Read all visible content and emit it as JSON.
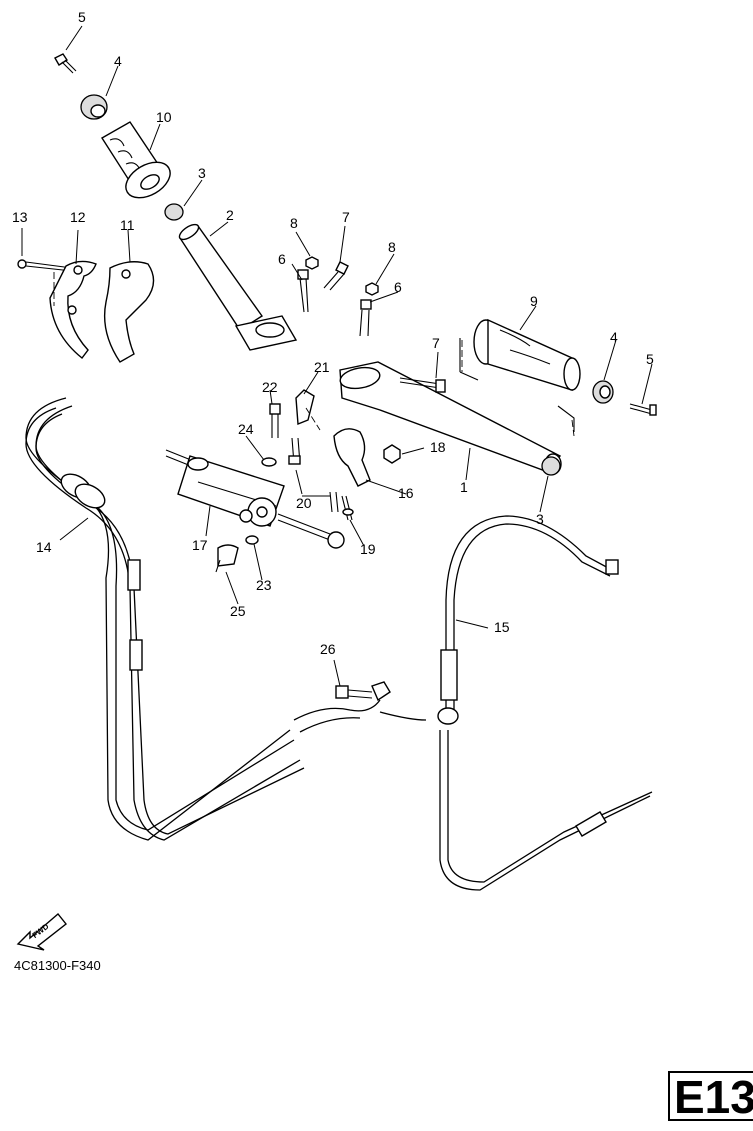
{
  "drawing_code": "4C81300-F340",
  "page_label": "E13",
  "fwd_label": "FWD",
  "callouts": [
    "5",
    "4",
    "10",
    "3",
    "2",
    "8",
    "7",
    "13",
    "12",
    "11",
    "6",
    "8",
    "6",
    "9",
    "7",
    "4",
    "5",
    "21",
    "22",
    "24",
    "18",
    "1",
    "16",
    "17",
    "20",
    "19",
    "3",
    "14",
    "23",
    "25",
    "15",
    "26"
  ]
}
